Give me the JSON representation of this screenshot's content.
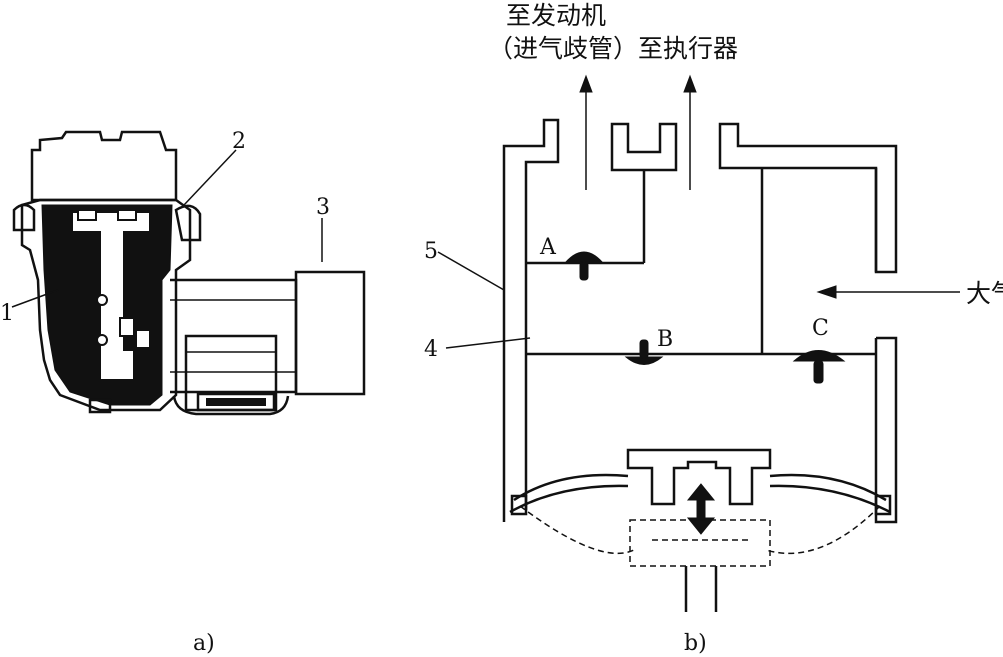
{
  "labels": {
    "outlet_engine_line1": "至发动机",
    "outlet_engine_line2": "（进气歧管）至执行器",
    "atmosphere": "大气",
    "valve_a": "A",
    "valve_b": "B",
    "valve_c": "C",
    "part_1": "1",
    "part_2": "2",
    "part_3": "3",
    "part_4": "4",
    "part_5": "5",
    "caption_a": "a)",
    "caption_b": "b)"
  },
  "colors": {
    "ink": "#111111",
    "background": "#ffffff"
  }
}
